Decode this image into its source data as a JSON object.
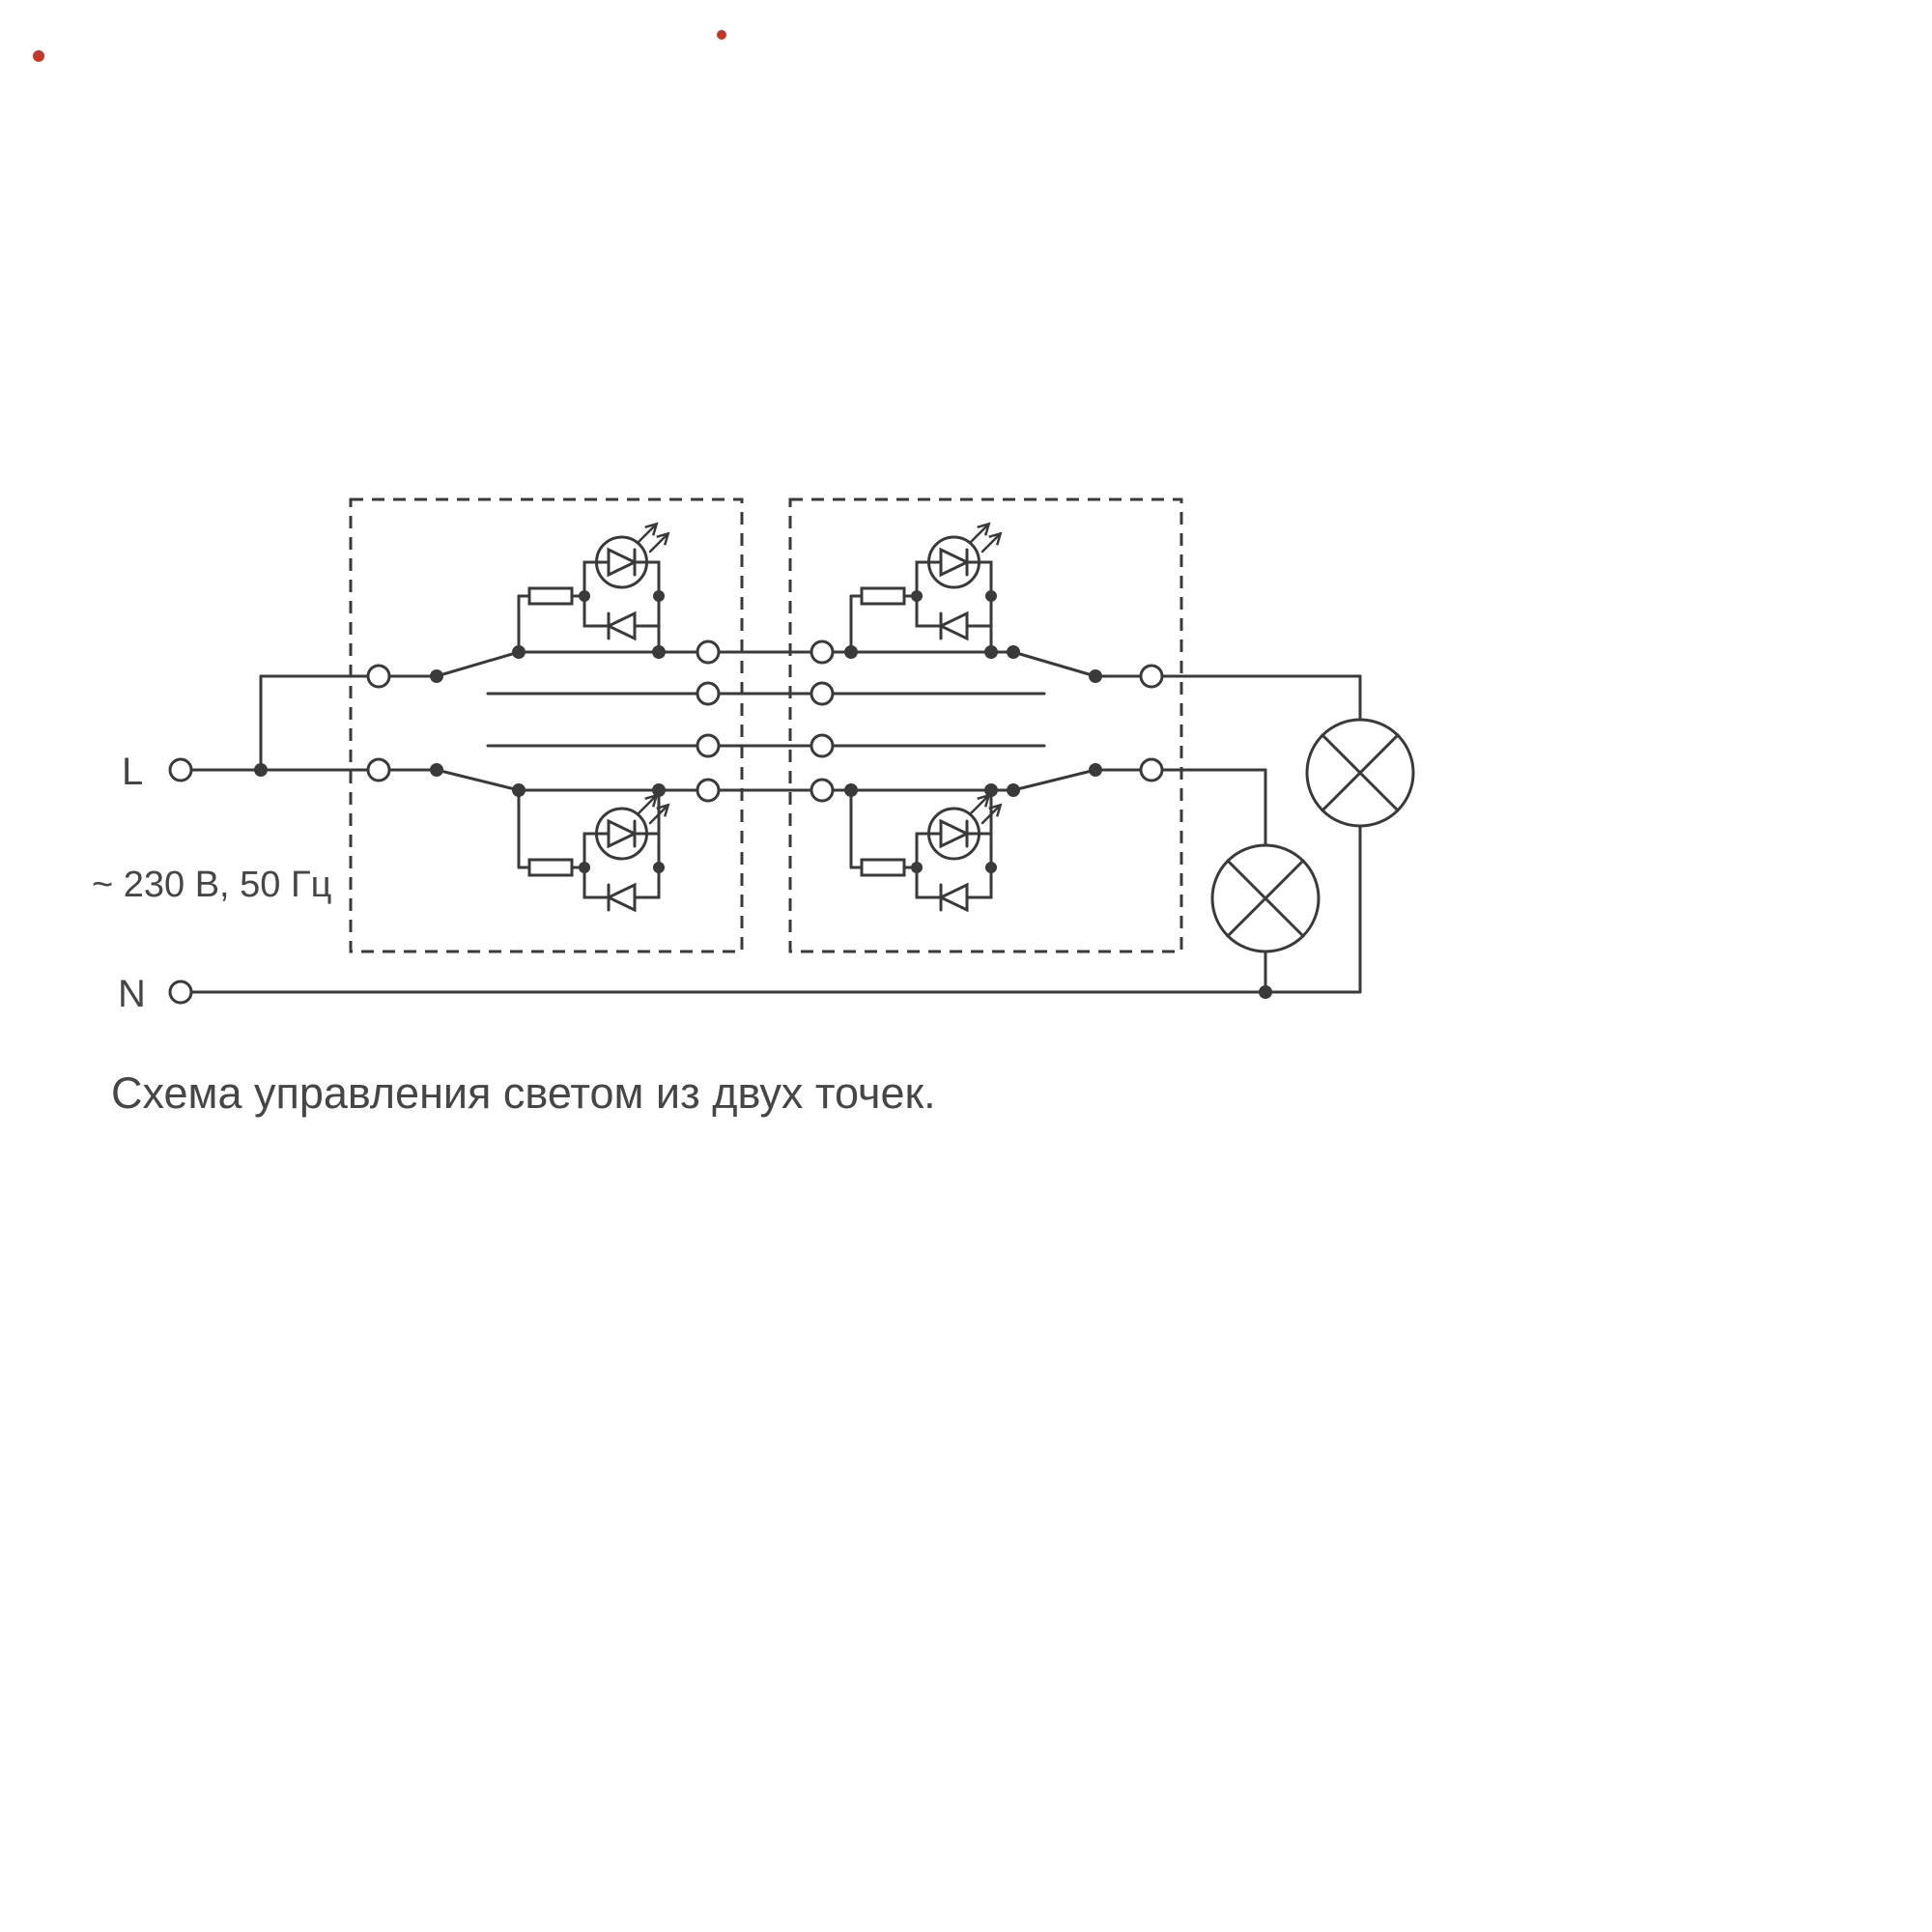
{
  "labels": {
    "line": "L",
    "neutral": "N",
    "supply": "~ 230 В, 50 Гц",
    "caption": "Схема управления светом из двух точек."
  },
  "colors": {
    "background": "#ffffff",
    "line": "#3a3a3a",
    "text": "#464646",
    "mark": "#c4362b"
  },
  "diagram": {
    "type": "wiring-schematic",
    "description_visible_shapes": "two dashed switch enclosures, four LED indicator circuits, fourteen screw terminals, two crossed-circle lamps",
    "switch_enclosures": 2,
    "led_indicators": 4,
    "lamps": 2,
    "terminals": 14
  }
}
